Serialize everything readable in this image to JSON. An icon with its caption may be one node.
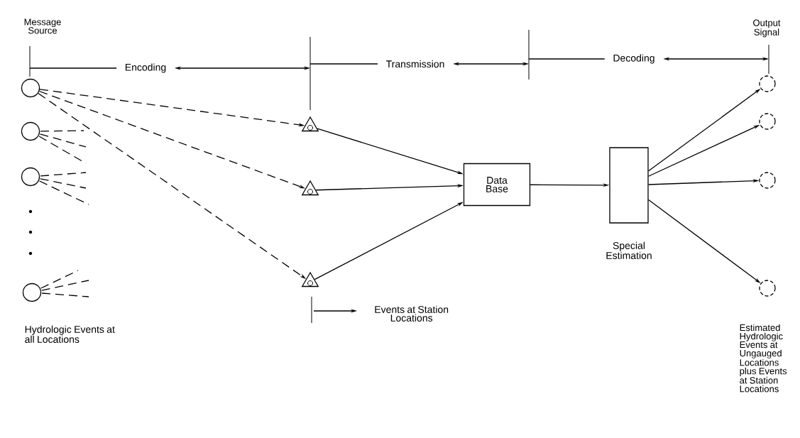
{
  "diagram": {
    "nodes": [
      {
        "text": [],
        "shape": "circle"
      },
      {
        "text": [],
        "shape": "circle"
      },
      {
        "text": [],
        "shape": "circle"
      },
      {
        "text": [],
        "shape": "circle"
      },
      {
        "text": [],
        "shape": "triangle"
      },
      {
        "text": [],
        "shape": "triangle"
      },
      {
        "text": [],
        "shape": "triangle"
      },
      {
        "text": [
          "Data Base"
        ]
      },
      {
        "text": [],
        "shape": "box",
        "beside": [
          "Special Estimation"
        ]
      },
      {
        "text": [],
        "shape": "circle"
      },
      {
        "text": [],
        "shape": "circle"
      },
      {
        "text": [],
        "shape": "circle"
      },
      {
        "text": [],
        "shape": "circle"
      }
    ],
    "edges": [
      {
        "from": 0,
        "to": 4,
        "arrow": "to",
        "style": "dashed"
      },
      {
        "from": 0,
        "to": 5,
        "arrow": "to",
        "style": "dashed"
      },
      {
        "from": 0,
        "to": 6,
        "arrow": "to",
        "style": "dashed"
      },
      {
        "from": 4,
        "to": 7,
        "arrow": "to"
      },
      {
        "from": 5,
        "to": 7,
        "arrow": "to"
      },
      {
        "from": 6,
        "to": 7,
        "arrow": "to"
      },
      {
        "from": 7,
        "to": 8,
        "arrow": "to"
      },
      {
        "from": 8,
        "to": 9,
        "arrow": "to"
      },
      {
        "from": 8,
        "to": 10,
        "arrow": "to"
      },
      {
        "from": 8,
        "to": 11,
        "arrow": "to"
      },
      {
        "from": 8,
        "to": 12,
        "arrow": "to"
      }
    ],
    "labels": [
      "Message Source",
      "Encoding",
      "Transmission",
      "Decoding",
      "Output Signal",
      "Hydrologic Events at all Locations",
      "Events at Station Locations",
      "Estimated Hydrologic Events at Ungauged Locations plus Events at Station Locations"
    ]
  }
}
